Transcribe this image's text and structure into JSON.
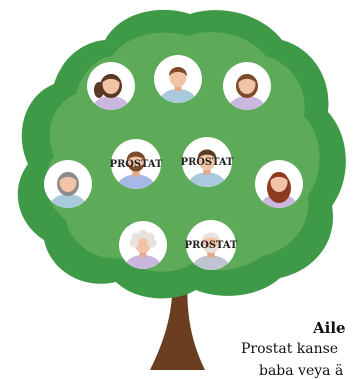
{
  "colors": {
    "canopy_outer": "#3E9A46",
    "canopy_inner": "#5DAA58",
    "trunk": "#6B3E22",
    "face_bg": "#FFFFFF",
    "skin": "#F2C3A6",
    "skin_shade": "#E2A98A",
    "hair_dark": "#5A3A25",
    "hair_brown": "#7B4B2A",
    "hair_auburn": "#8E3A1E",
    "hair_gray": "#8C8C8C",
    "hair_white": "#E7E2DD",
    "shirt_lavender": "#C9B7E0",
    "shirt_lightblue": "#A9C9DC",
    "shirt_blue": "#A8B8E6",
    "shirt_gray": "#BFC5D0",
    "prostat_text": "#222222"
  },
  "tree": {
    "members": [
      {
        "id": "aunt",
        "icon": "woman-dark-ponytail-icon",
        "label": ""
      },
      {
        "id": "uncle",
        "icon": "man-brown-hair-icon",
        "label": ""
      },
      {
        "id": "cousin",
        "icon": "woman-brown-hair-icon",
        "label": ""
      },
      {
        "id": "father",
        "icon": "man-beard-icon",
        "label": "PROSTAT"
      },
      {
        "id": "brother",
        "icon": "man-brown-hair-icon",
        "label": "PROSTAT"
      },
      {
        "id": "grandmother",
        "icon": "older-woman-gray-hair-icon",
        "label": ""
      },
      {
        "id": "sister",
        "icon": "woman-auburn-hair-icon",
        "label": ""
      },
      {
        "id": "great-grandmother",
        "icon": "elderly-woman-white-hair-icon",
        "label": ""
      },
      {
        "id": "grandfather",
        "icon": "elderly-man-white-beard-icon",
        "label": "PROSTAT"
      }
    ]
  },
  "caption": {
    "title": "Aile",
    "line1": "Prostat kanse",
    "line2": "baba veya ä"
  }
}
